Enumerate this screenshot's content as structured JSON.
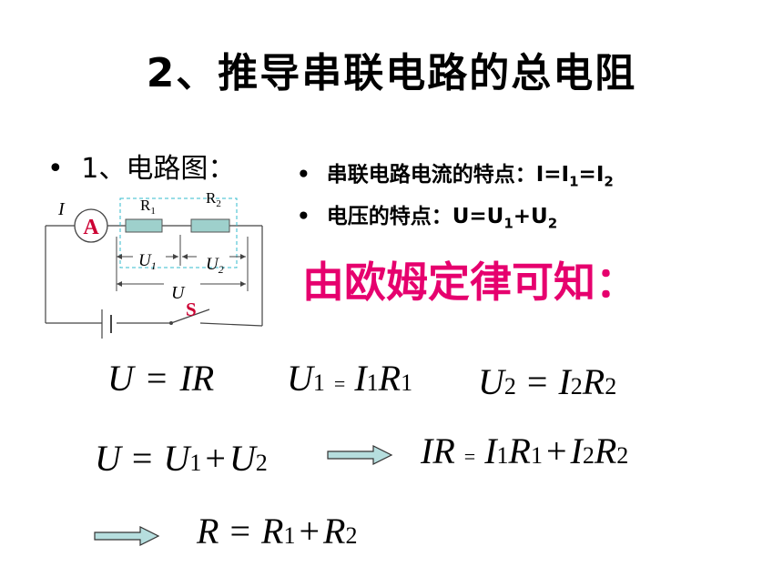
{
  "title": "2、推导串联电路的总电阻",
  "left_bullet": {
    "dot": "•",
    "text": "1、电路图："
  },
  "right_bullets": [
    {
      "dot": "•",
      "prefix": "串联电路电流的特点：I=I",
      "s1": "1",
      "mid": "=I",
      "s2": "2"
    },
    {
      "dot": "•",
      "prefix": "电压的特点：U=U",
      "s1": "1",
      "mid": "+U",
      "s2": "2"
    }
  ],
  "ohm_text": "由欧姆定律可知：",
  "circuit": {
    "current": "I",
    "ammeter": "A",
    "r1": "R",
    "r1_sub": "1",
    "r2": "R",
    "r2_sub": "2",
    "u1": "U",
    "u1_sub": "1",
    "u2": "U",
    "u2_sub": "2",
    "u": "U",
    "switch": "S"
  },
  "colors": {
    "resistor_fill": "#9ed0cc",
    "ohm_text": "#e6006e",
    "ammeter": "#cc0033",
    "dashed_box": "#33bbcc",
    "arrow_fill": "#b6dede"
  },
  "eq1": {
    "lhs": "U",
    "eq": "=",
    "rhs": "IR"
  },
  "eq2": {
    "u": "U",
    "u_sub": "1",
    "eq": "=",
    "i": "I",
    "i_sub": "1",
    "r": "R",
    "r_sub": "1"
  },
  "eq3": {
    "u": "U",
    "u_sub": "2",
    "eq": "=",
    "i": "I",
    "i_sub": "2",
    "r": "R",
    "r_sub": "2"
  },
  "eq4": {
    "u": "U",
    "eq": "=",
    "u1": "U",
    "u1_sub": "1",
    "plus": "+",
    "u2": "U",
    "u2_sub": "2"
  },
  "eq5": {
    "lhs": "IR",
    "eq": "=",
    "i1": "I",
    "i1_sub": "1",
    "r1": "R",
    "r1_sub": "1",
    "plus": "+",
    "i2": "I",
    "i2_sub": "2",
    "r2": "R",
    "r2_sub": "2"
  },
  "eq6": {
    "r": "R",
    "eq": "=",
    "r1": "R",
    "r1_sub": "1",
    "plus": "+",
    "r2": "R",
    "r2_sub": "2"
  }
}
